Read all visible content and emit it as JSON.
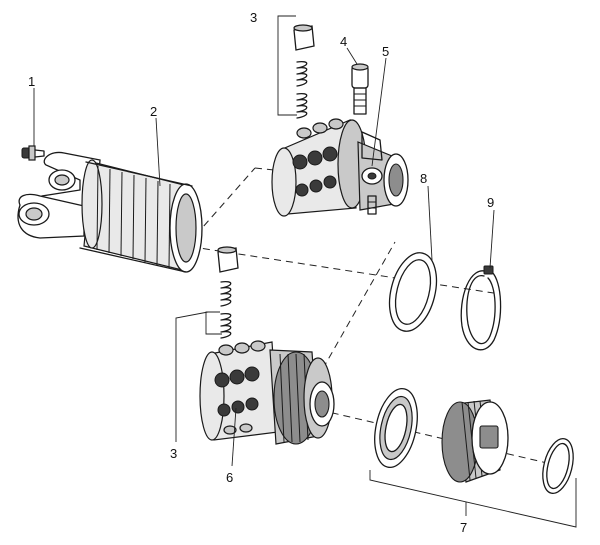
{
  "callouts": {
    "c1": "1",
    "c2": "2",
    "c3_top": "3",
    "c3_bottom": "3",
    "c4": "4",
    "c5": "5",
    "c6": "6",
    "c7": "7",
    "c8": "8",
    "c9": "9"
  },
  "colors": {
    "line": "#1a1a1a",
    "shade_light": "#e9e9e9",
    "shade_mid": "#c9c9c9",
    "shade_dark": "#8d8d8d"
  }
}
